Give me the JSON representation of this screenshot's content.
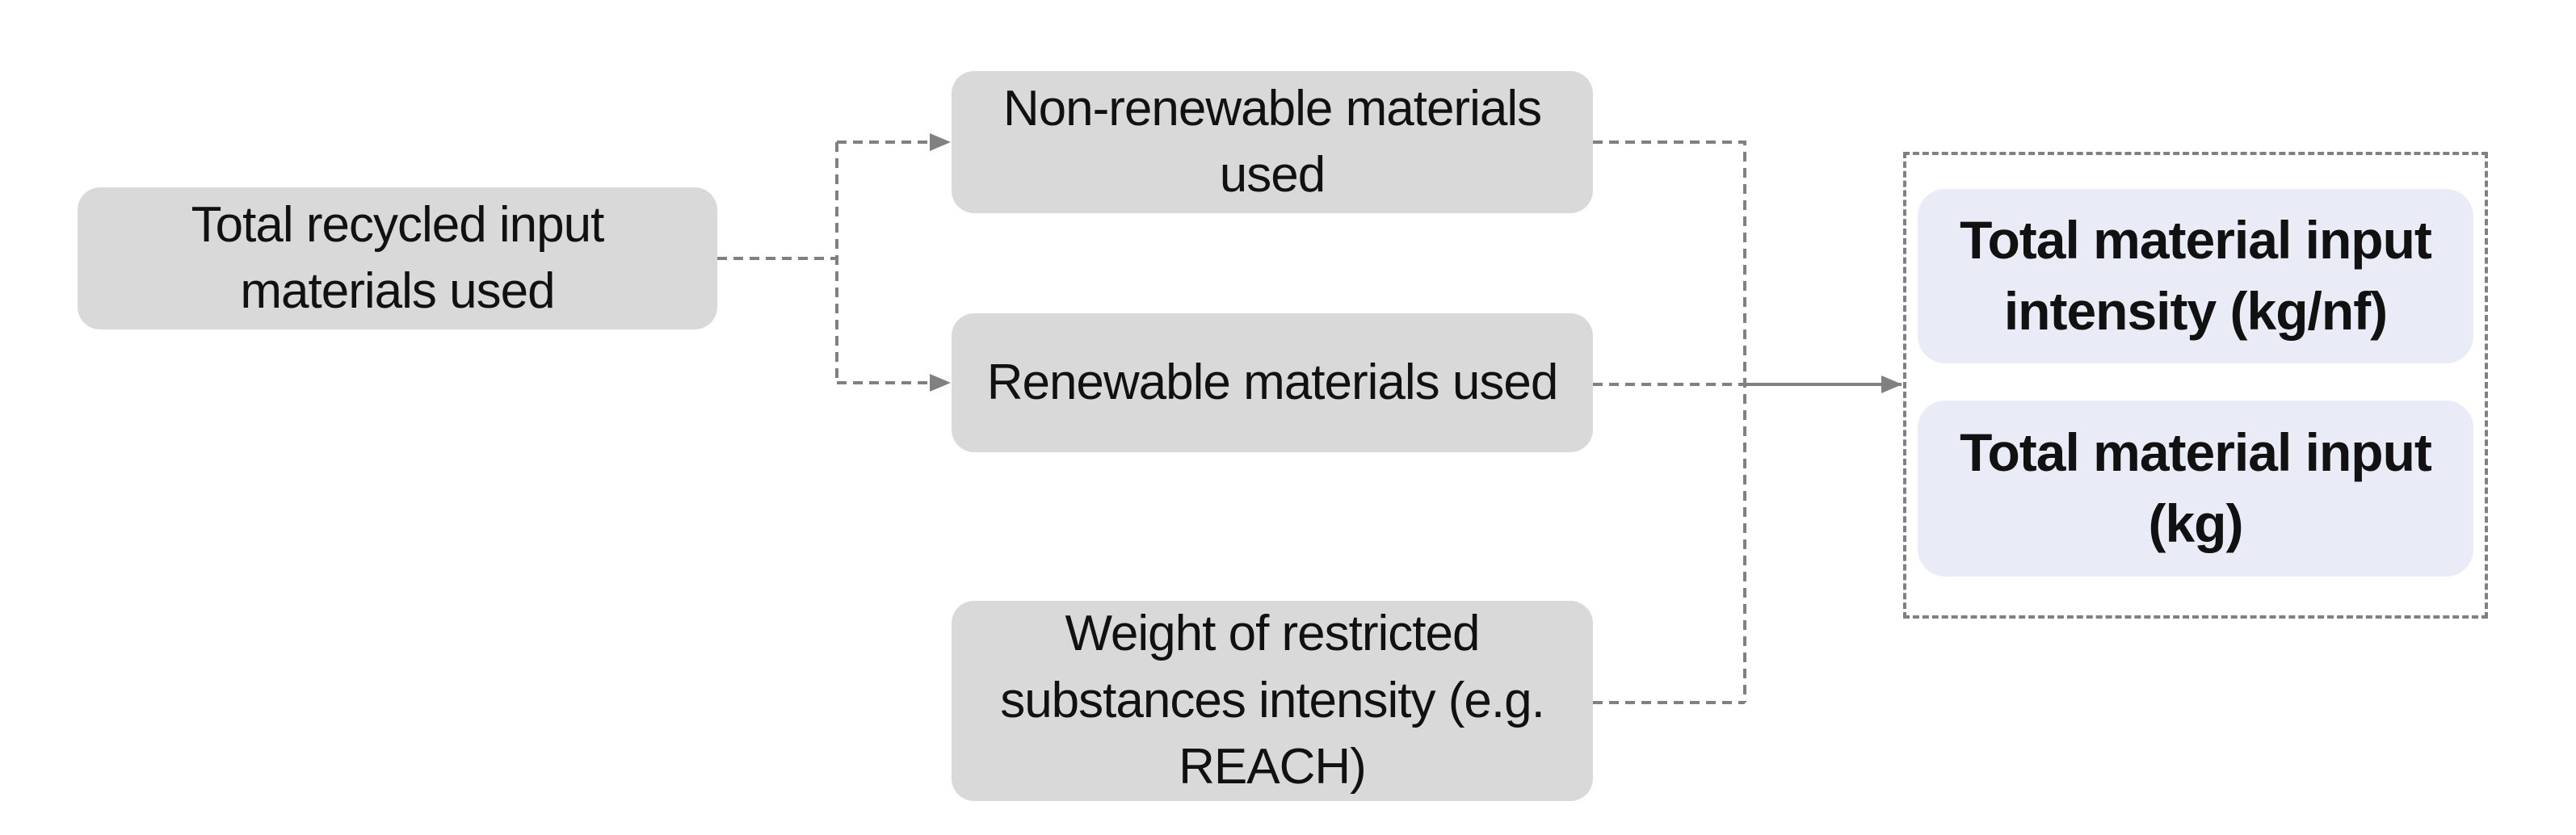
{
  "nodes": {
    "recycled_input": "Total recycled input materials used",
    "non_renewable": "Non-renewable materials used",
    "renewable": "Renewable materials used",
    "restricted": "Weight of restricted substances intensity (e.g. REACH)",
    "output_intensity": "Total material input intensity (kg/nf)",
    "output_total": "Total material input (kg)"
  },
  "colors": {
    "input_box": "#d9d9d9",
    "output_box": "#e9ecf6",
    "connector": "#808080",
    "text": "#111111"
  }
}
